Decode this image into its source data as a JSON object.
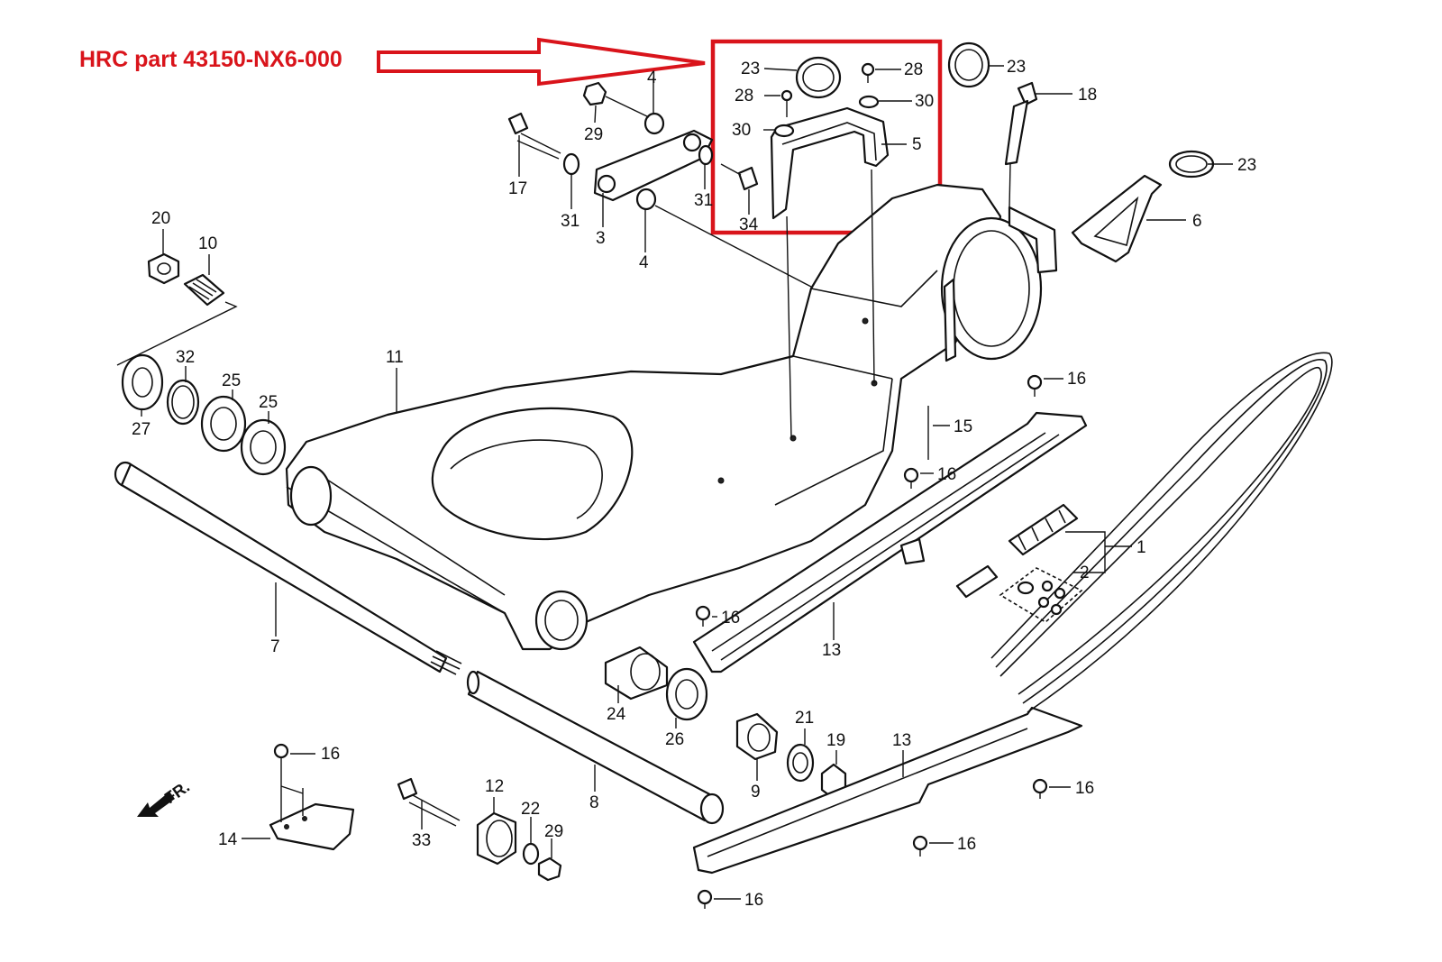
{
  "callout": {
    "text": "HRC part 43150-NX6-000",
    "color": "#d9141b"
  },
  "direction_label": "FR.",
  "part_numbers": {
    "p1": "1",
    "p2": "2",
    "p3": "3",
    "p4a": "4",
    "p4b": "4",
    "p5": "5",
    "p6": "6",
    "p7": "7",
    "p8": "8",
    "p9": "9",
    "p10": "10",
    "p11": "11",
    "p12": "12",
    "p13a": "13",
    "p13b": "13",
    "p14": "14",
    "p15": "15",
    "p16a": "16",
    "p16b": "16",
    "p16c": "16",
    "p16d": "16",
    "p16e": "16",
    "p16f": "16",
    "p16g": "16",
    "p17": "17",
    "p18": "18",
    "p19": "19",
    "p20": "20",
    "p21": "21",
    "p22": "22",
    "p23a": "23",
    "p23b": "23",
    "p23c": "23",
    "p24": "24",
    "p25a": "25",
    "p25b": "25",
    "p26": "26",
    "p27": "27",
    "p28a": "28",
    "p28b": "28",
    "p29a": "29",
    "p29b": "29",
    "p30a": "30",
    "p30b": "30",
    "p31a": "31",
    "p31b": "31",
    "p32": "32",
    "p33": "33",
    "p34": "34"
  }
}
